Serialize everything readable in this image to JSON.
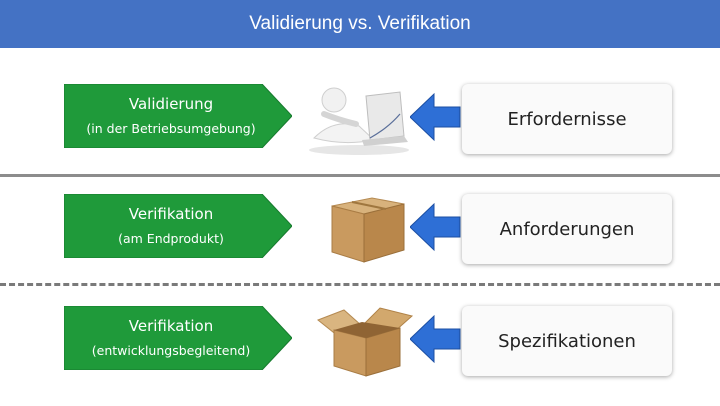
{
  "header": {
    "title": "Validierung vs. Verifikation"
  },
  "rows": [
    {
      "main": "Validierung",
      "sub": "(in der Betriebsumgebung)",
      "result": "Erfordernisse",
      "picture": "person-laptop-icon"
    },
    {
      "main": "Verifikation",
      "sub": "(am Endprodukt)",
      "result": "Anforderungen",
      "picture": "closed-box-icon"
    },
    {
      "main": "Verifikation",
      "sub": "(entwicklungsbegleitend)",
      "result": "Spezifikationen",
      "picture": "open-box-icon"
    }
  ],
  "colors": {
    "header": "#4472c4",
    "green": "#1f9a3a",
    "blue_arrow": "#2e6fd6"
  }
}
